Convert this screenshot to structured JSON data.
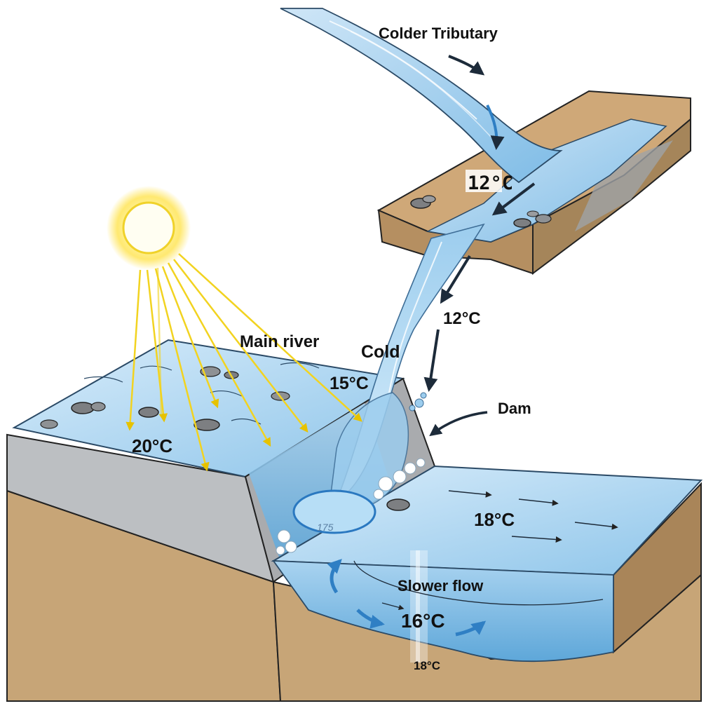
{
  "labels": {
    "colder_tributary": "Colder Tributary",
    "tributary_temp_top": "12°C",
    "tributary_temp_fall": "12°C",
    "main_river": "Main river",
    "cold": "Cold",
    "temp_15": "15°C",
    "temp_20": "20°C",
    "dam": "Dam",
    "temp_18_surface": "18°C",
    "slower_flow": "Slower flow",
    "temp_16": "16°C",
    "temp_18_bottom": "18°C",
    "splash_mark": "175"
  },
  "colors": {
    "water_light": "#cfe6f7",
    "water_mid": "#8ec5ea",
    "water_dark": "#4f9bd2",
    "soil": "#c7a577",
    "soil_dark": "#a98559",
    "concrete": "#b9bcbf",
    "concrete_dark": "#8d9195",
    "sun": "#ffe34d",
    "sun_ray": "#f2d320",
    "arrow_dark": "#1d2b3a",
    "arrow_blue": "#2f7fc4"
  }
}
